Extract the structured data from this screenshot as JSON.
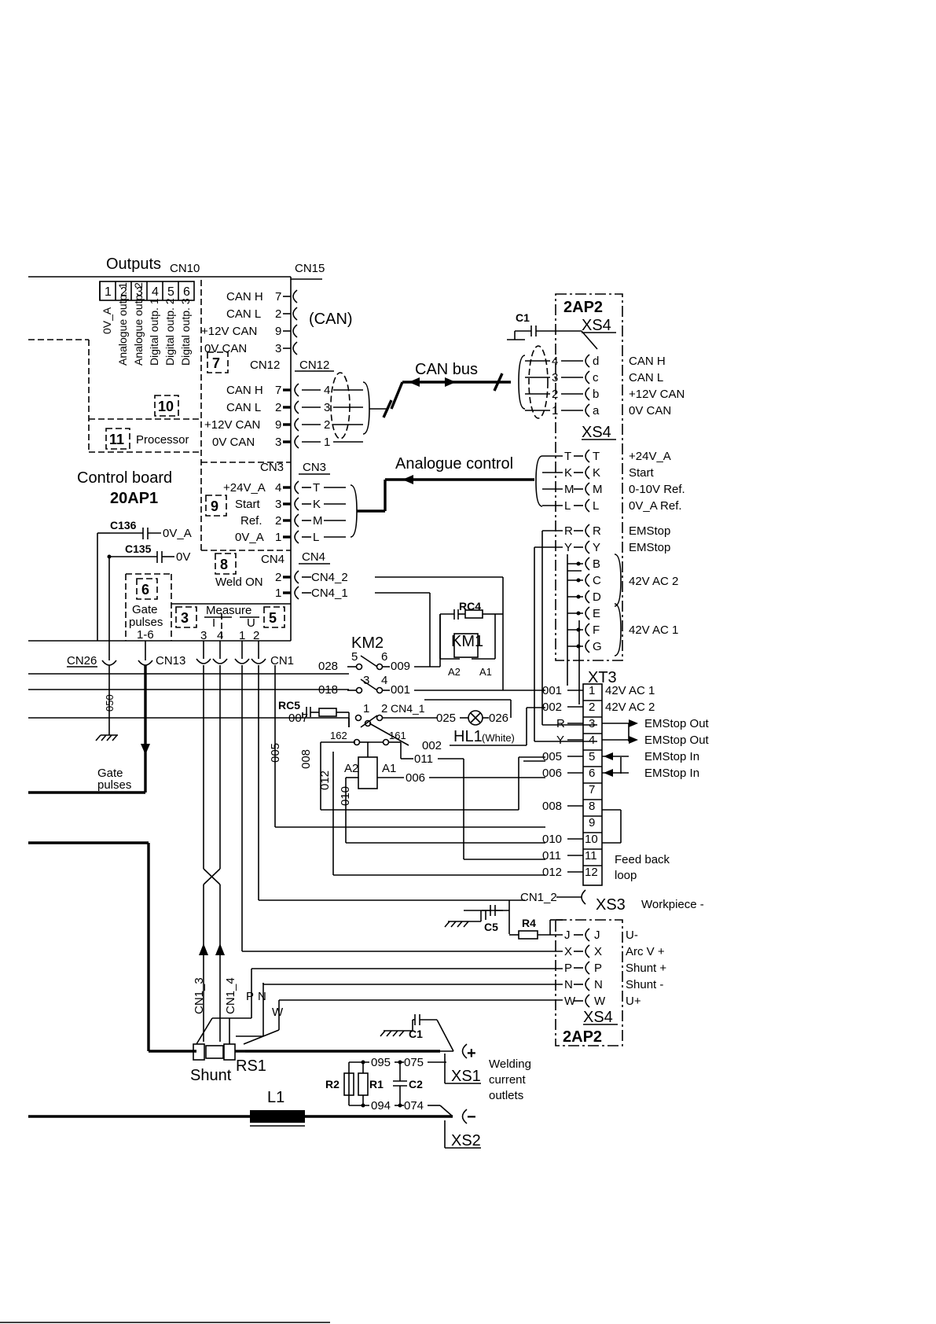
{
  "outputs": {
    "title": "Outputs",
    "connector": "CN10",
    "pins": [
      "1",
      "2",
      "3",
      "4",
      "5",
      "6"
    ],
    "signals": [
      "0V_A",
      "Analogue outp. 1",
      "Analogue outp. 2",
      "Digital outp. 1",
      "Digital outp. 2",
      "Digital outp. 3"
    ]
  },
  "blocks": {
    "b3": "3",
    "b5": "5",
    "b6": "6",
    "b7": "7",
    "b8": "8",
    "b9": "9",
    "b10": "10",
    "b11": "11",
    "processor": "Processor",
    "gate_pulses_1": "Gate",
    "gate_pulses_2": "pulses",
    "gate_pulses_3": "1-6",
    "measure": "Measure",
    "measure_i": "I",
    "measure_u": "U",
    "measure_pins": [
      "3",
      "4",
      "1",
      "2"
    ],
    "control_board": "Control board",
    "control_board_id": "20AP1",
    "weld_on": "Weld ON"
  },
  "cn15": {
    "label": "CN15",
    "can_label": "(CAN)",
    "rows": [
      {
        "signal": "CAN H",
        "pin": "7"
      },
      {
        "signal": "CAN L",
        "pin": "2"
      },
      {
        "signal": "+12V CAN",
        "pin": "9"
      },
      {
        "signal": "0V CAN",
        "pin": "3"
      }
    ]
  },
  "cn12": {
    "label": "CN12",
    "label_right": "CN12",
    "rows": [
      {
        "signal": "CAN H",
        "pin": "7",
        "out": "4"
      },
      {
        "signal": "CAN L",
        "pin": "2",
        "out": "3"
      },
      {
        "signal": "+12V CAN",
        "pin": "9",
        "out": "2"
      },
      {
        "signal": "0V CAN",
        "pin": "3",
        "out": "1"
      }
    ],
    "bus_label": "CAN bus"
  },
  "cn3": {
    "label": "CN3",
    "label_right": "CN3",
    "rows": [
      {
        "signal": "+24V_A",
        "pin": "4",
        "out": "T"
      },
      {
        "signal": "Start",
        "pin": "3",
        "out": "K"
      },
      {
        "signal": "Ref.",
        "pin": "2",
        "out": "M"
      },
      {
        "signal": "0V_A",
        "pin": "1",
        "out": "L"
      }
    ],
    "analogue_label": "Analogue control"
  },
  "cn4": {
    "label": "CN4",
    "label_right": "CN4",
    "rows": [
      {
        "pin": "2",
        "out": "CN4_2"
      },
      {
        "pin": "1",
        "out": "CN4_1"
      }
    ]
  },
  "caps_left": {
    "c136": "C136",
    "c136_net": "0V_A",
    "c135": "C135",
    "c135_net": "0V"
  },
  "bottom_connectors": {
    "cn26": "CN26",
    "cn13": "CN13",
    "cn1": "CN1",
    "wire_050": "050",
    "gate_1": "Gate",
    "gate_2": "pulses"
  },
  "km2": {
    "label": "KM2",
    "contacts": [
      "5",
      "6",
      "3",
      "4",
      "1",
      "2"
    ],
    "w028": "028",
    "w009": "009",
    "w018": "018",
    "w001": "001",
    "w007": "007",
    "w025": "025",
    "w026": "026",
    "w002": "002",
    "cn4_1": "CN4_1",
    "rc5": "RC5"
  },
  "km1": {
    "label": "KM1",
    "rc4": "RC4",
    "a2": "A2",
    "a1": "A1"
  },
  "hl1": {
    "label": "HL1",
    "note": "(White)"
  },
  "relay": {
    "a2": "A2",
    "a1": "A1",
    "c162": "162",
    "c161": "161",
    "w011": "011",
    "w006": "006",
    "w005": "005",
    "w008": "008",
    "w012": "012",
    "w010": "010"
  },
  "ap2": {
    "label": "2AP2",
    "xs4": "XS4",
    "c1": "C1",
    "can_pins": [
      {
        "num": "4",
        "letter": "d",
        "signal": "CAN H"
      },
      {
        "num": "3",
        "letter": "c",
        "signal": "CAN L"
      },
      {
        "num": "2",
        "letter": "b",
        "signal": "+12V CAN"
      },
      {
        "num": "1",
        "letter": "a",
        "signal": "0V CAN"
      }
    ],
    "xs4_second": "XS4",
    "ctrl_pins": [
      {
        "left": "T",
        "letter": "T",
        "signal": "+24V_A"
      },
      {
        "left": "K",
        "letter": "K",
        "signal": "Start"
      },
      {
        "left": "M",
        "letter": "M",
        "signal": "0-10V Ref."
      },
      {
        "left": "L",
        "letter": "L",
        "signal": "0V_A  Ref."
      }
    ],
    "emstop_pins": [
      {
        "left": "R",
        "letter": "R",
        "signal": "EMStop"
      },
      {
        "left": "Y",
        "letter": "Y",
        "signal": "EMStop"
      }
    ],
    "ac_pins_1": [
      "B",
      "C",
      "D"
    ],
    "ac_label_1": "42V AC 2",
    "ac_pins_2": [
      "E",
      "F",
      "G"
    ],
    "ac_label_2": "42V AC 1"
  },
  "xt3": {
    "label": "XT3",
    "rows": [
      {
        "num": "1",
        "wire": "001",
        "desc": "42V AC 1"
      },
      {
        "num": "2",
        "wire": "002",
        "desc": "42V AC 2"
      },
      {
        "num": "3",
        "wire": "R",
        "desc": "EMStop Out"
      },
      {
        "num": "4",
        "wire": "Y",
        "desc": "EMStop Out"
      },
      {
        "num": "5",
        "wire": "005",
        "desc": "EMStop In"
      },
      {
        "num": "6",
        "wire": "006",
        "desc": "EMStop In"
      },
      {
        "num": "7",
        "wire": "",
        "desc": ""
      },
      {
        "num": "8",
        "wire": "008",
        "desc": ""
      },
      {
        "num": "9",
        "wire": "",
        "desc": ""
      },
      {
        "num": "10",
        "wire": "010",
        "desc": ""
      },
      {
        "num": "11",
        "wire": "011",
        "desc": ""
      },
      {
        "num": "12",
        "wire": "012",
        "desc": ""
      }
    ],
    "feedback_1": "Feed back",
    "feedback_2": "loop"
  },
  "xs3": {
    "label": "XS3",
    "desc": "Workpiece  -",
    "wire": "CN1_2"
  },
  "lower_ap2": {
    "c5": "C5",
    "r4": "R4",
    "pins": [
      {
        "left": "J",
        "letter": "J",
        "desc": "U-"
      },
      {
        "left": "X",
        "letter": "X",
        "desc": "Arc V +"
      },
      {
        "left": "P",
        "letter": "P",
        "desc": "Shunt +"
      },
      {
        "left": "N",
        "letter": "N",
        "desc": "Shunt -"
      },
      {
        "left": "W",
        "letter": "W",
        "desc": "U+"
      }
    ],
    "xs4": "XS4",
    "ap2": "2AP2"
  },
  "shunt": {
    "cn1_3": "CN1_3",
    "cn1_4": "CN1_4",
    "p": "P",
    "n": "N",
    "w": "W",
    "label": "Shunt",
    "rs1": "RS1"
  },
  "outlets": {
    "c1": "C1",
    "plus": "+",
    "minus": "−",
    "xs1": "XS1",
    "xs2": "XS2",
    "w095": "095",
    "w075": "075",
    "w094": "094",
    "w074": "074",
    "r2": "R2",
    "r1": "R1",
    "c2": "C2",
    "desc_1": "Welding",
    "desc_2": "current",
    "desc_3": "outlets",
    "l1": "L1"
  }
}
